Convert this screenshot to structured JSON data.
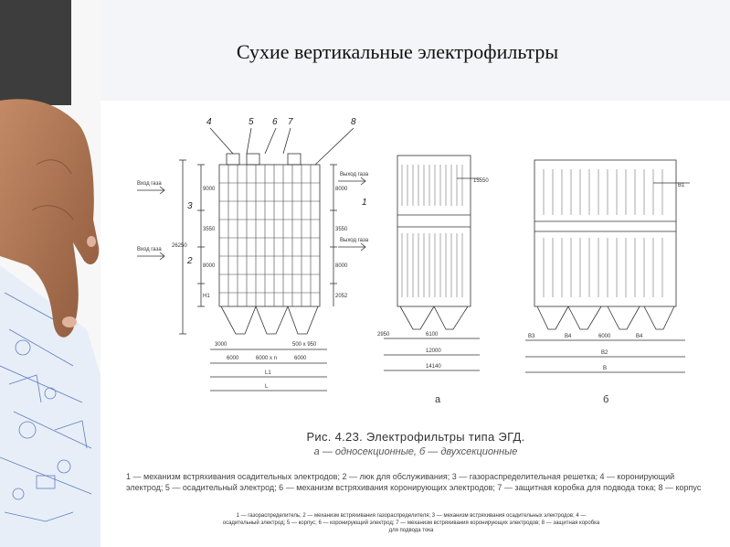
{
  "slide": {
    "title": "Сухие вертикальные электрофильтры"
  },
  "figure": {
    "caption": "Рис. 4.23. Электрофильтры типа ЭГД.",
    "subcaption": "а — односекционные, б — двухсекционные",
    "legend": "1 — механизм встряхивания осадительных электродов; 2 — люк для обслуживания; 3 — газораспределительная решетка; 4 — коронирующий электрод; 5 — осадительный электрод; 6 — механизм встряхивания коронирующих электродов; 7 — защитная коробка для подвода тока; 8 — корпус",
    "small_legend": "1 — газораспределитель; 2 — механизм встряхивания газораспределителя; 3 — механизм встряхивания осадительных электродов; 4 — осадительный электрод; 5 — корпус; 6 — коронирующий электрод; 7 — механизм встряхивания коронирующих электродов; 8 — защитная коробка для подвода тока",
    "view_a": "а",
    "view_b": "б",
    "callouts": [
      "4",
      "5",
      "6",
      "7",
      "8",
      "3",
      "2",
      "1"
    ],
    "inlet_label": "Вход газа",
    "outlet_label": "Выход газа",
    "dims_left": [
      "9000",
      "3550",
      "8000",
      "H1",
      "26250"
    ],
    "dims_left_right": [
      "8000",
      "3550",
      "8000",
      "2052"
    ],
    "dims_bottom_left": [
      "3000",
      "500 x 950",
      "6000",
      "6000 x n",
      "6000",
      "L1",
      "L"
    ],
    "dims_mid": [
      "15550",
      "2950",
      "6100",
      "12000",
      "14140"
    ],
    "dims_right": [
      "B1",
      "B3",
      "B4",
      "6000",
      "B4",
      "B2",
      "B"
    ]
  }
}
